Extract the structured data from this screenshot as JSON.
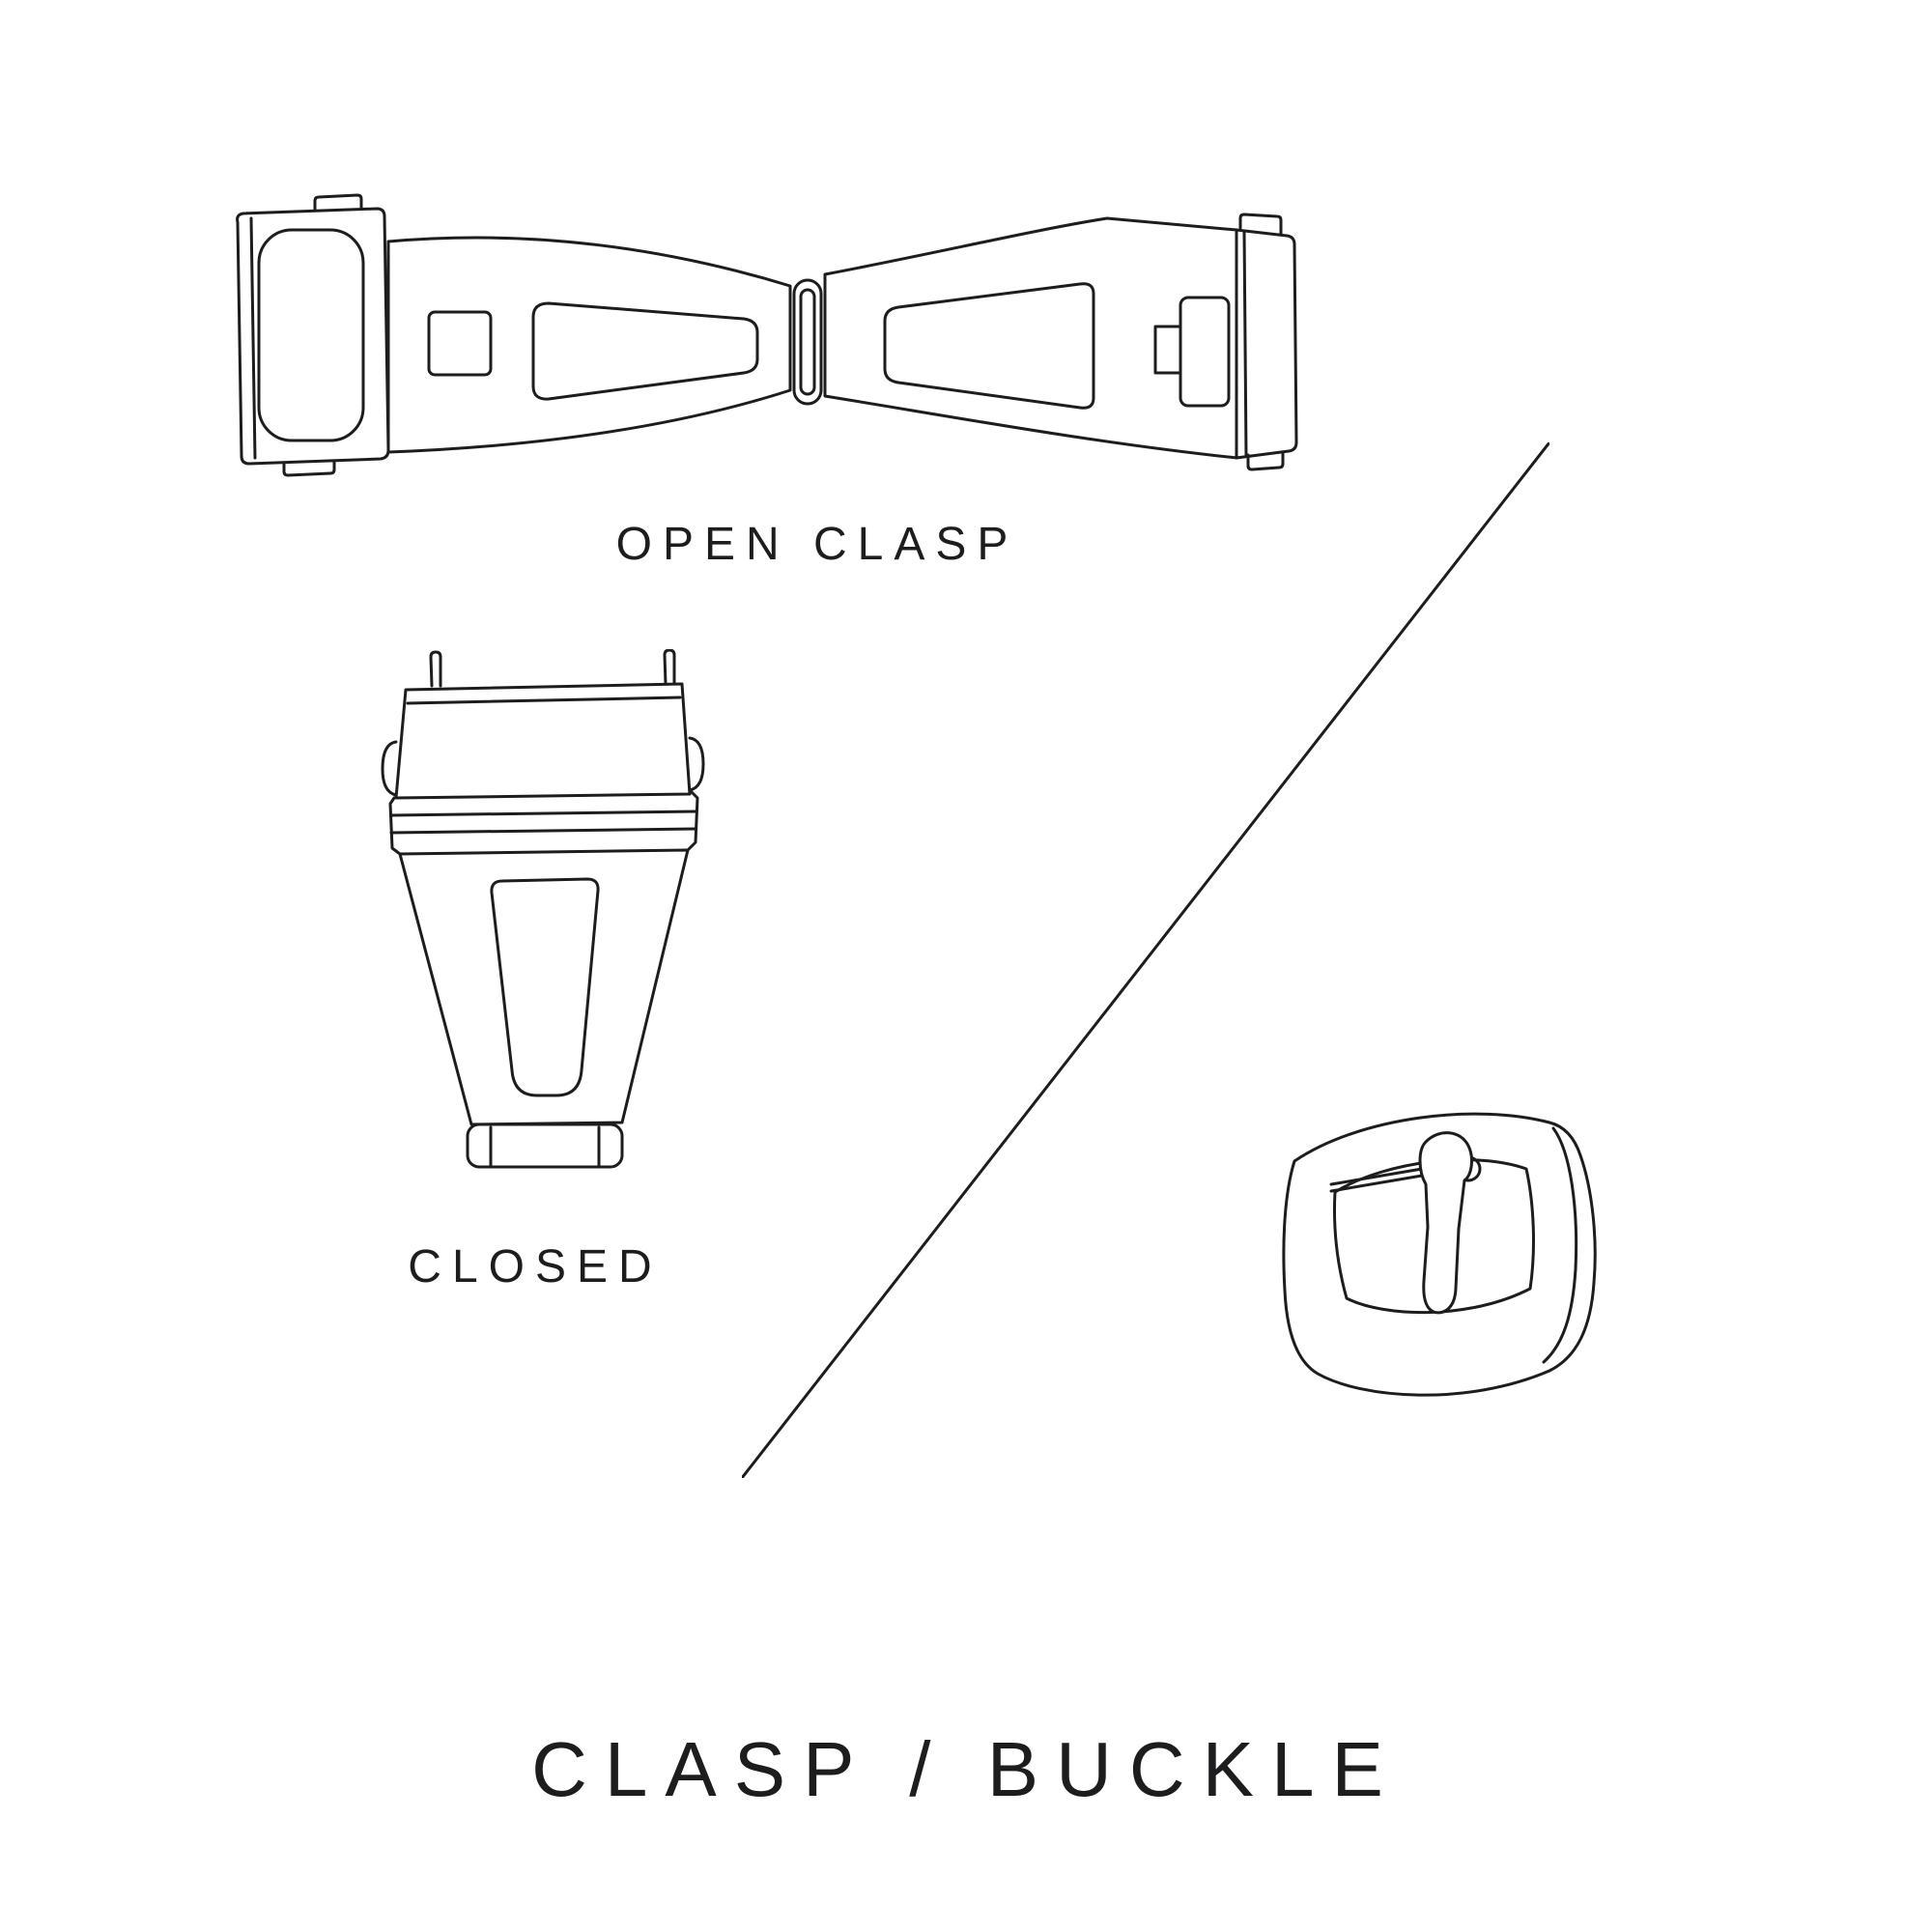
{
  "page": {
    "background": "#ffffff",
    "ink_color": "#1d1d1f",
    "title": "CLASP / BUCKLE"
  },
  "labels": {
    "open_clasp": "OPEN CLASP",
    "closed": "CLOSED"
  },
  "illustrations": [
    {
      "name": "open-clasp-illustration",
      "depicts": "deployant watch clasp shown open, top view"
    },
    {
      "name": "closed-clasp-illustration",
      "depicts": "deployant watch clasp shown closed"
    },
    {
      "name": "tang-buckle-illustration",
      "depicts": "pin buckle with prong"
    },
    {
      "name": "diagonal-divider-line",
      "depicts": "diagonal separator between clasp and buckle"
    }
  ]
}
